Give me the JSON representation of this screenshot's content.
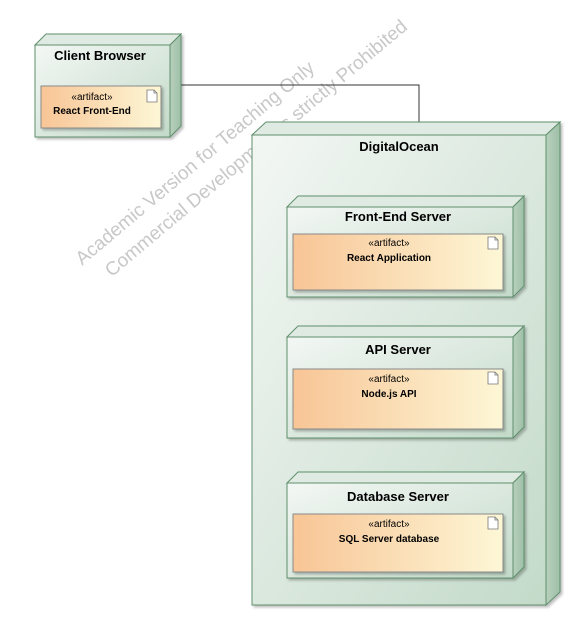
{
  "colors": {
    "node_top": "#f2f6f3",
    "node_bottom": "#c5dccb",
    "node_border": "#5f8f6c",
    "artifact_left": "#f8c89a",
    "artifact_right": "#fdf6d2",
    "artifact_border": "#8a8a8a"
  },
  "nodes": {
    "client_browser": {
      "title": "Client Browser",
      "artifact": {
        "stereotype": "«artifact»",
        "name": "React Front-End"
      }
    },
    "digitalocean": {
      "title": "DigitalOcean"
    },
    "front_end_server": {
      "title": "Front-End Server",
      "artifact": {
        "stereotype": "«artifact»",
        "name": "React Application"
      }
    },
    "api_server": {
      "title": "API Server",
      "artifact": {
        "stereotype": "«artifact»",
        "name": "Node.js API"
      }
    },
    "database_server": {
      "title": "Database Server",
      "artifact": {
        "stereotype": "«artifact»",
        "name": "SQL Server database"
      }
    }
  },
  "watermark": {
    "line1": "Academic Version for Teaching Only",
    "line2": "Commercial Development is strictly Prohibited"
  }
}
